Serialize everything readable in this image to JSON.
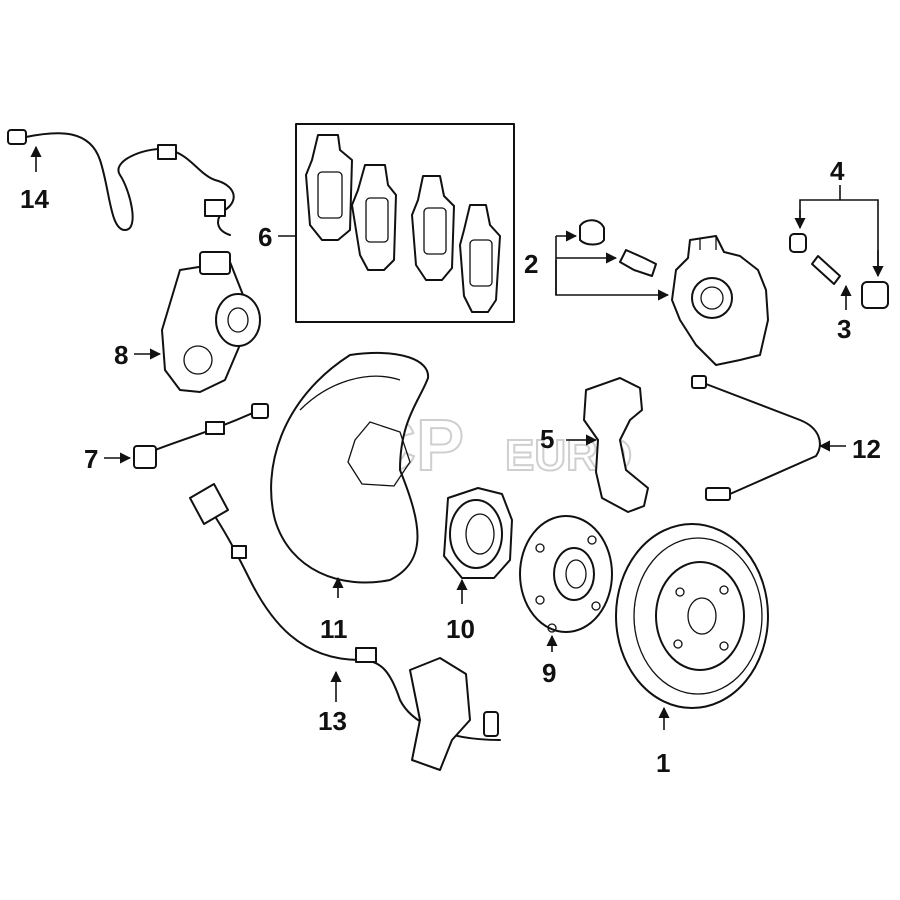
{
  "watermark": {
    "brand_main": "FCP",
    "brand_suffix": "EURO",
    "color": "#cfcfcf"
  },
  "callouts": [
    "1",
    "2",
    "3",
    "4",
    "5",
    "6",
    "7",
    "8",
    "9",
    "10",
    "11",
    "12",
    "13",
    "14"
  ],
  "line_color": "#111111",
  "background": "#ffffff"
}
